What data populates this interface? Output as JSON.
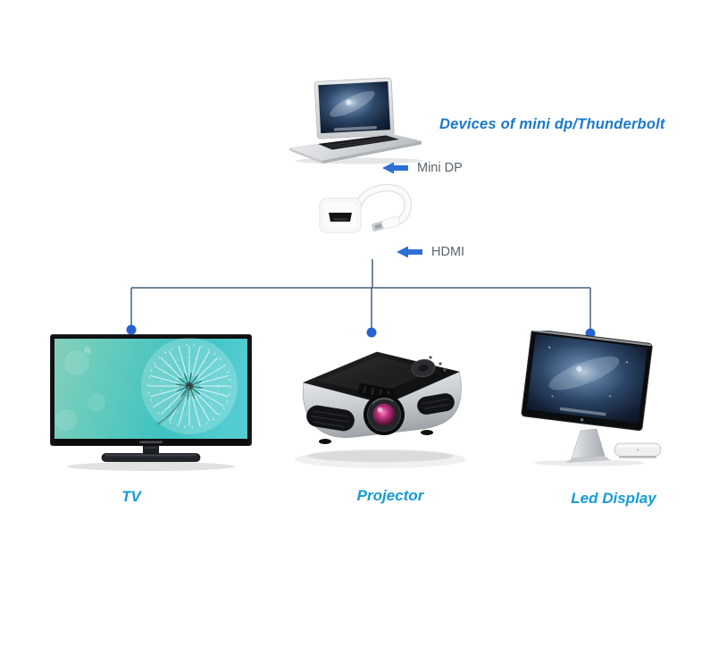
{
  "title": {
    "text": "Devices of mini dp/Thunderbolt"
  },
  "connectors": {
    "mini_dp_label": "Mini DP",
    "hdmi_label": "HDMI"
  },
  "devices": {
    "tv": {
      "label": "TV"
    },
    "projector": {
      "label": "Projector"
    },
    "led_display": {
      "label": "Led Display"
    }
  },
  "icons": {
    "mini_dp_arrow": "arrow-left-icon",
    "hdmi_arrow": "arrow-left-icon"
  },
  "colors": {
    "accent_blue": "#2e6fd6",
    "title_blue": "#1a78cd",
    "label_blue": "#149bd8",
    "port_label_gray": "#5a636b",
    "line": "#46617c",
    "dot": "#2563d3"
  }
}
